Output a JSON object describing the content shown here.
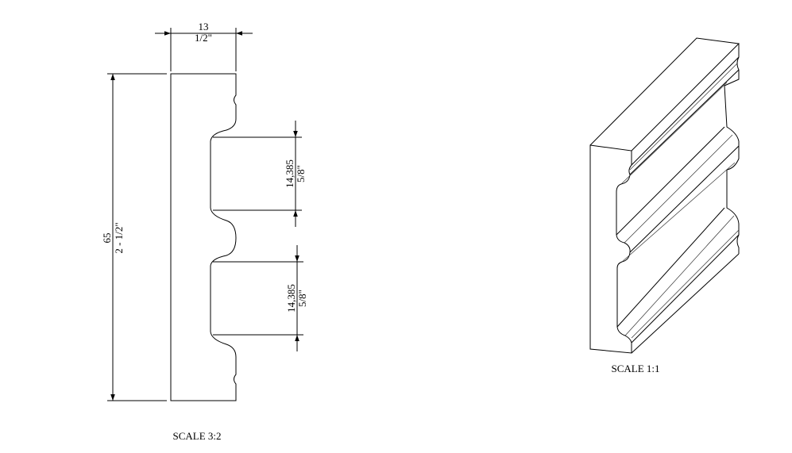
{
  "profile_view": {
    "width_dim": {
      "metric": "13",
      "imperial": "1/2\""
    },
    "height_dim": {
      "metric": "65",
      "imperial": "2 - 1/2\""
    },
    "groove_upper_dim": {
      "metric": "14,385",
      "imperial": "5/8\""
    },
    "groove_lower_dim": {
      "metric": "14,385",
      "imperial": "5/8\""
    },
    "scale_label": "SCALE 3:2"
  },
  "iso_view": {
    "scale_label": "SCALE 1:1"
  }
}
